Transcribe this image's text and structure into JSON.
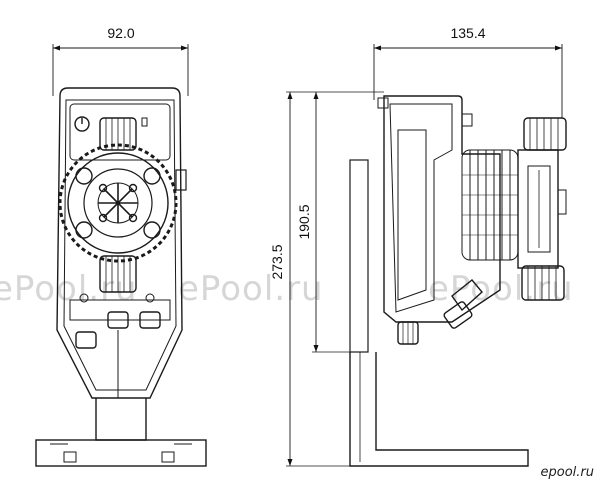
{
  "dimensions": {
    "front_width": "92.0",
    "side_width": "135.4",
    "total_height": "273.5",
    "body_height": "190.5"
  },
  "watermark": [
    "ePool.ru",
    "ePool.ru",
    "ePool.ru"
  ],
  "logo_text": "epool.ru"
}
